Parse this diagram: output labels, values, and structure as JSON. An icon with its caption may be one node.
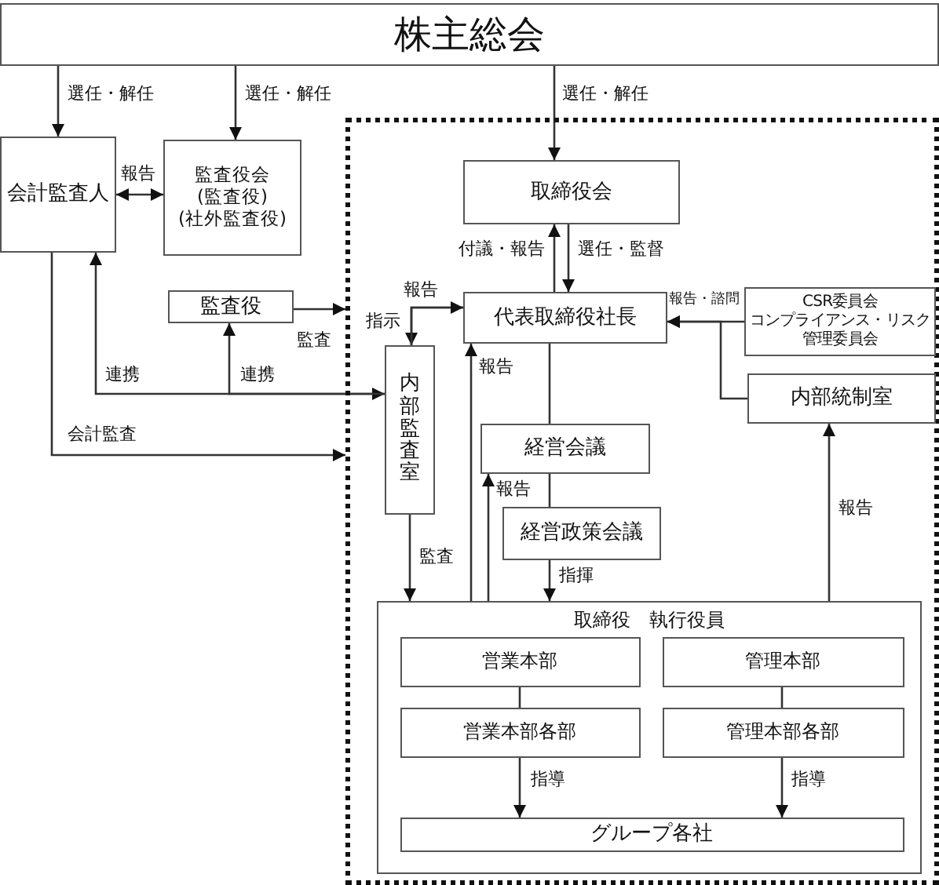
{
  "diagram": {
    "nodes": [
      {
        "text": [
          "株主総会"
        ]
      },
      {
        "text": [
          "会計監査人"
        ]
      },
      {
        "text": [
          "監査役会 (監査役) (社外監査役)"
        ]
      },
      {
        "text": [],
        "shape": "box"
      },
      {
        "text": [
          "取締役会"
        ],
        "in": 3
      },
      {
        "text": [
          "監査役"
        ]
      },
      {
        "text": [
          "代表取締役社長"
        ],
        "in": 3
      },
      {
        "text": [
          "CSR委員会",
          "コンプライアンス・リスク管理委員会"
        ],
        "in": 3
      },
      {
        "text": [
          "内部監査室"
        ],
        "in": 3
      },
      {
        "text": [
          "内部統制室"
        ],
        "in": 3
      },
      {
        "text": [
          "経営会議"
        ],
        "in": 3
      },
      {
        "text": [
          "経営政策会議"
        ],
        "in": 3
      },
      {
        "text": [
          "取締役　執行役員"
        ],
        "in": 3
      },
      {
        "text": [
          "営業本部"
        ],
        "in": 12
      },
      {
        "text": [
          "管理本部"
        ],
        "in": 12
      },
      {
        "text": [
          "営業本部各部"
        ],
        "in": 12
      },
      {
        "text": [
          "管理本部各部"
        ],
        "in": 12
      },
      {
        "text": [
          "グループ各社"
        ],
        "in": 12
      }
    ],
    "edges": [
      {
        "from": 0,
        "to": 1,
        "arrow": "to",
        "label": "選任・解任"
      },
      {
        "from": 0,
        "to": 2,
        "arrow": "to",
        "label": "選任・解任"
      },
      {
        "from": 0,
        "to": 4,
        "arrow": "to",
        "label": "選任・解任"
      },
      {
        "from": 1,
        "to": 2,
        "arrow": "both",
        "label": "報告"
      },
      {
        "from": 5,
        "to": 3,
        "arrow": "to",
        "label": "監査"
      },
      {
        "from": 1,
        "to": 8,
        "arrow": "both",
        "label": "連携"
      },
      {
        "from": 8,
        "to": 5,
        "arrow": "to",
        "label": "連携"
      },
      {
        "from": 1,
        "to": 3,
        "arrow": "to",
        "label": "会計監査"
      },
      {
        "from": 6,
        "to": 4,
        "arrow": "to",
        "label": "付議・報告"
      },
      {
        "from": 4,
        "to": 6,
        "arrow": "to",
        "label": "選任・監督"
      },
      {
        "from": 6,
        "to": 8,
        "arrow": "to",
        "label": "指示"
      },
      {
        "from": 8,
        "to": 6,
        "arrow": "to",
        "label": "報告"
      },
      {
        "from": 7,
        "to": 6,
        "arrow": "to",
        "label": "報告・諮問"
      },
      {
        "from": 9,
        "to": 6,
        "arrow": "to"
      },
      {
        "from": 12,
        "to": 6,
        "arrow": "to",
        "label": "報告"
      },
      {
        "from": 12,
        "to": 10,
        "arrow": "to",
        "label": "報告"
      },
      {
        "from": 6,
        "to": 10,
        "arrow": "none"
      },
      {
        "from": 10,
        "to": 11,
        "arrow": "none"
      },
      {
        "from": 11,
        "to": 12,
        "arrow": "to",
        "label": "指揮"
      },
      {
        "from": 8,
        "to": 12,
        "arrow": "to",
        "label": "監査"
      },
      {
        "from": 12,
        "to": 9,
        "arrow": "to",
        "label": "報告"
      },
      {
        "from": 13,
        "to": 15,
        "arrow": "none"
      },
      {
        "from": 14,
        "to": 16,
        "arrow": "none"
      },
      {
        "from": 15,
        "to": 17,
        "arrow": "to",
        "label": "指導"
      },
      {
        "from": 16,
        "to": 17,
        "arrow": "to",
        "label": "指導"
      }
    ]
  }
}
